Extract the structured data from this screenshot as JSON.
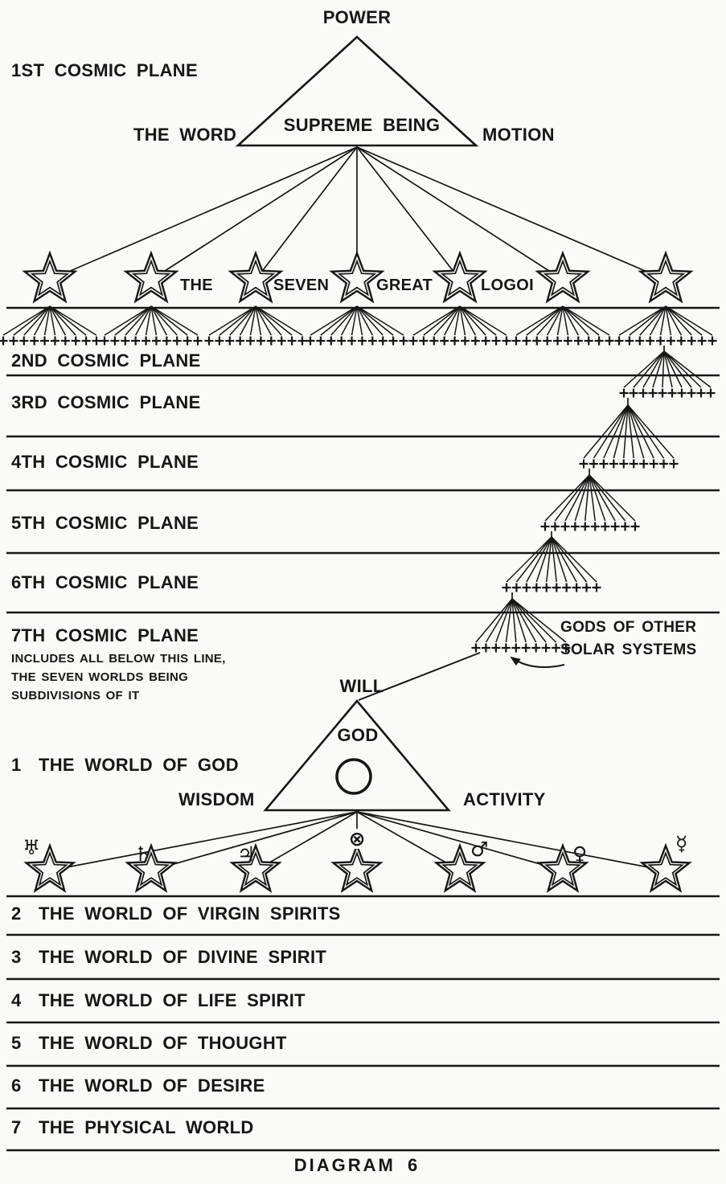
{
  "top": {
    "power": "POWER",
    "the_word": "THE WORD",
    "supreme_being": "SUPREME BEING",
    "motion": "MOTION"
  },
  "logoi_caption": [
    "THE",
    "SEVEN",
    "GREAT",
    "LOGOI"
  ],
  "cosmic_planes": [
    {
      "label": "1ST COSMIC PLANE"
    },
    {
      "label": "2ND COSMIC PLANE"
    },
    {
      "label": "3RD COSMIC PLANE"
    },
    {
      "label": "4TH COSMIC PLANE"
    },
    {
      "label": "5TH COSMIC PLANE"
    },
    {
      "label": "6TH COSMIC PLANE"
    },
    {
      "label": "7TH COSMIC PLANE",
      "note_lines": [
        "INCLUDES ALL BELOW THIS LINE,",
        "THE SEVEN WORLDS BEING",
        "SUBDIVISIONS OF IT"
      ]
    }
  ],
  "gods_note": [
    "GODS OF OTHER",
    "SOLAR SYSTEMS"
  ],
  "god_triangle": {
    "will": "WILL",
    "god": "GOD",
    "wisdom": "WISDOM",
    "activity": "ACTIVITY"
  },
  "planet_symbols": [
    {
      "name": "uranus",
      "glyph": "♅"
    },
    {
      "name": "saturn",
      "glyph": "♄"
    },
    {
      "name": "jupiter",
      "glyph": "♃"
    },
    {
      "name": "earth",
      "glyph": "⊗"
    },
    {
      "name": "mars",
      "glyph": "♂"
    },
    {
      "name": "venus",
      "glyph": "♀"
    },
    {
      "name": "mercury",
      "glyph": "☿"
    }
  ],
  "worlds": [
    {
      "num": "1",
      "label": "THE WORLD OF GOD"
    },
    {
      "num": "2",
      "label": "THE WORLD OF VIRGIN SPIRITS"
    },
    {
      "num": "3",
      "label": "THE WORLD OF DIVINE SPIRIT"
    },
    {
      "num": "4",
      "label": "THE WORLD OF LIFE SPIRIT"
    },
    {
      "num": "5",
      "label": "THE WORLD OF THOUGHT"
    },
    {
      "num": "6",
      "label": "THE WORLD OF DESIRE"
    },
    {
      "num": "7",
      "label": "THE PHYSICAL WORLD"
    }
  ],
  "caption": "DIAGRAM 6",
  "colors": {
    "ink": "#161616",
    "paper": "#fafaf8"
  }
}
